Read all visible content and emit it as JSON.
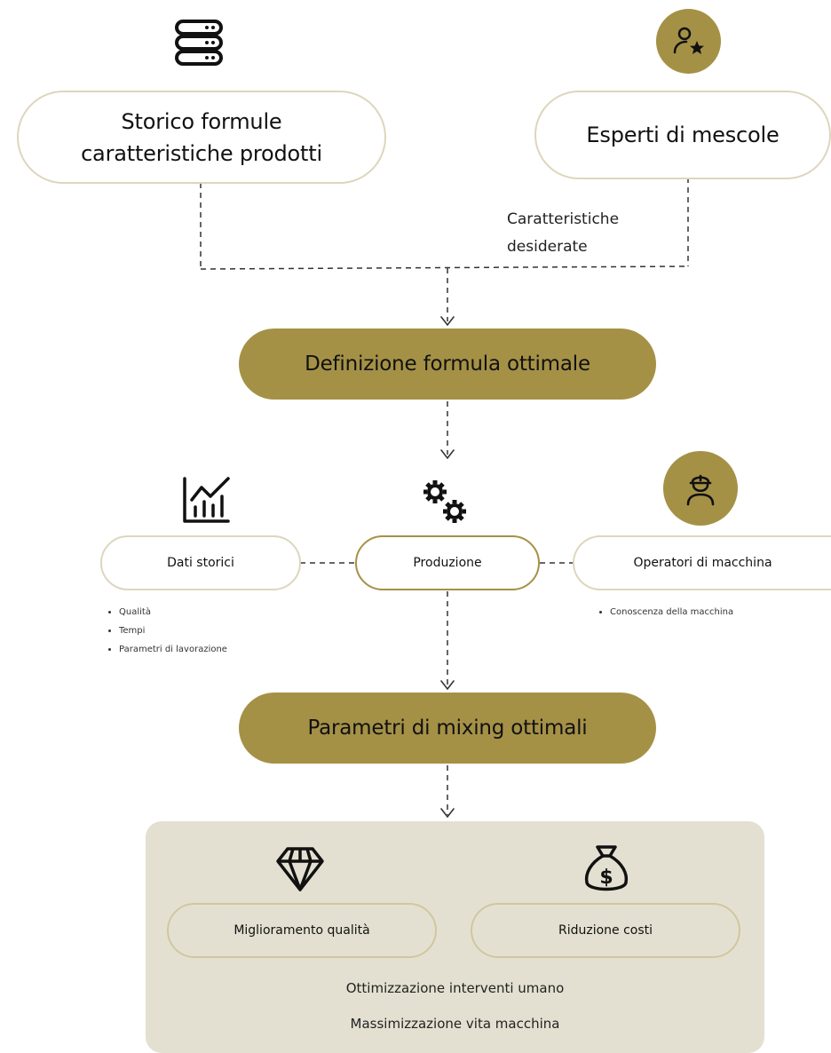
{
  "nodes": {
    "storico": {
      "label": "Storico formule caratteristiche prodotti",
      "icon": "database-icon"
    },
    "esperti": {
      "label": "Esperti di mescole",
      "icon": "user-star-icon"
    },
    "caratteristiche_note": {
      "label": "Caratteristiche desiderate"
    },
    "definizione": {
      "label": "Definizione formula ottimale"
    },
    "dati_storici": {
      "label": "Dati storici",
      "icon": "chart-icon",
      "bullets": [
        "Qualità",
        "Tempi",
        "Parametri di lavorazione"
      ]
    },
    "produzione": {
      "label": "Produzione",
      "icon": "gears-icon"
    },
    "operatori": {
      "label": "Operatori di macchina",
      "icon": "worker-helmet-icon",
      "bullets": [
        "Conoscenza della macchina"
      ]
    },
    "parametri": {
      "label": "Parametri di mixing ottimali"
    },
    "miglioramento": {
      "label": "Miglioramento qualità",
      "icon": "diamond-icon"
    },
    "riduzione": {
      "label": "Riduzione costi",
      "icon": "money-bag-icon"
    }
  },
  "results": {
    "line1": "Ottimizzazione interventi umano",
    "line2": "Massimizzazione vita macchina"
  },
  "colors": {
    "gold": "#a59146",
    "outline": "#ddd6bd",
    "panel": "#e4e0d1"
  }
}
